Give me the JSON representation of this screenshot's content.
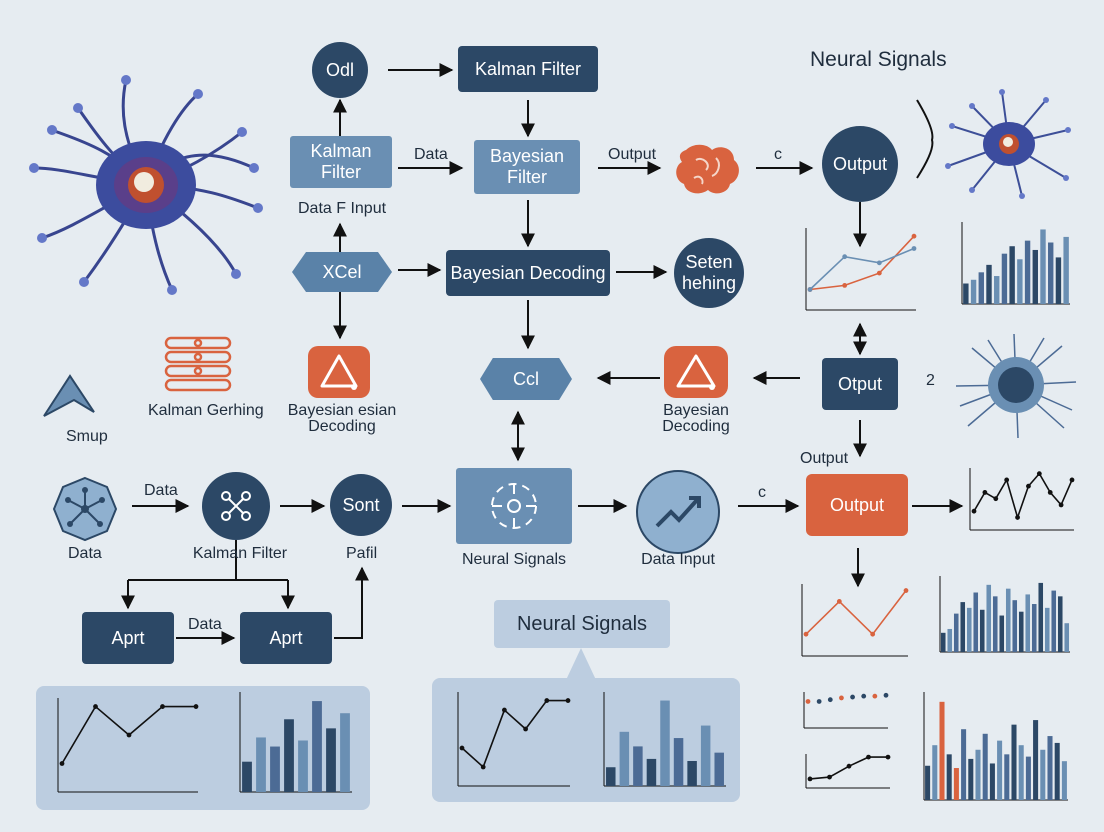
{
  "title": "Neural Signals",
  "nodes": {
    "odl": "Odl",
    "kalman_top": "Kalman Filter",
    "kalman_left_l1": "Kalman",
    "kalman_left_l2": "Filter",
    "bayes_filter_l1": "Bayesian",
    "bayes_filter_l2": "Filter",
    "output_circle": "Output",
    "xcel": "XCel",
    "bayes_decoding": "Bayesian Decoding",
    "seten_l1": "Seten",
    "seten_l2": "hehing",
    "ccl": "Ccl",
    "output_mid": "Otput",
    "sont": "Sont",
    "output_orange": "Output",
    "aprt_left": "Aprt",
    "aprt_right": "Aprt",
    "neural_signals_badge": "Neural Signals"
  },
  "labels": {
    "data_top": "Data",
    "data_f_input": "Data F Input",
    "output_arrow": "Output",
    "c_top": "c",
    "kalman_gerhing": "Kalman Gerhing",
    "smup": "Smup",
    "bayes_esian_l1": "Bayesian esian",
    "bayes_esian_l2": "Decoding",
    "bayes_right_l1": "Bayesian",
    "bayes_right_l2": "Decoding",
    "two": "2",
    "output_above_orange": "Output",
    "data_left_arrow": "Data",
    "data_left": "Data",
    "kalman_filter_row": "Kalman Filter",
    "pafil": "Pafil",
    "neural_signals_row": "Neural Signals",
    "data_input": "Data Input",
    "c_mid": "c",
    "data_bottom": "Data"
  },
  "colors": {
    "background": "#e6ecf1",
    "dark_node": "#2c4866",
    "mid_node": "#6a8fb3",
    "accent_orange": "#d9633f",
    "panel": "#bccde0"
  },
  "icons": [
    "neuron-icon",
    "brain-icon",
    "stacked-disks-icon",
    "warning-triangle-icon",
    "network-node-icon",
    "share-nodes-icon",
    "trend-line-icon",
    "signal-dial-icon",
    "angular-arrow-icon"
  ],
  "chart_data": [
    {
      "type": "line",
      "series": [
        {
          "values": [
            1,
            1.2,
            1.8,
            3.6
          ]
        },
        {
          "values": [
            1,
            2.6,
            2.3,
            3.0
          ]
        }
      ],
      "ylim": [
        0,
        4
      ]
    },
    {
      "type": "bar",
      "values": [
        22,
        26,
        34,
        42,
        30,
        54,
        62,
        48,
        68,
        58,
        80,
        66,
        50,
        72
      ]
    },
    {
      "type": "line",
      "values": [
        3,
        6,
        5,
        8,
        2,
        7,
        9,
        6,
        4,
        8
      ]
    },
    {
      "type": "line",
      "values": [
        2,
        5,
        2,
        6
      ]
    },
    {
      "type": "bar",
      "values": [
        20,
        24,
        40,
        52,
        46,
        62,
        44,
        70,
        58,
        38,
        66,
        54,
        42,
        60,
        50,
        72,
        46,
        64,
        58,
        30
      ]
    },
    {
      "type": "scatter",
      "values": [
        3,
        3,
        3.2,
        3.4,
        3.5,
        3.6,
        3.6,
        3.7
      ]
    },
    {
      "type": "line",
      "values": [
        1,
        1.2,
        2.4,
        3.4,
        3.4
      ]
    },
    {
      "type": "bar",
      "values": [
        30,
        48,
        86,
        40,
        28,
        62,
        36,
        44,
        58,
        32,
        52,
        40,
        66,
        48,
        38,
        70,
        44,
        56,
        50,
        34
      ]
    },
    {
      "type": "line",
      "values": [
        1,
        3,
        2,
        3,
        3
      ]
    },
    {
      "type": "bar",
      "values": [
        20,
        36,
        30,
        48,
        34,
        60,
        42,
        52
      ]
    },
    {
      "type": "line",
      "values": [
        4,
        2,
        8,
        6,
        9,
        9
      ]
    },
    {
      "type": "bar",
      "values": [
        18,
        52,
        38,
        26,
        82,
        46,
        24,
        58,
        32
      ]
    }
  ]
}
